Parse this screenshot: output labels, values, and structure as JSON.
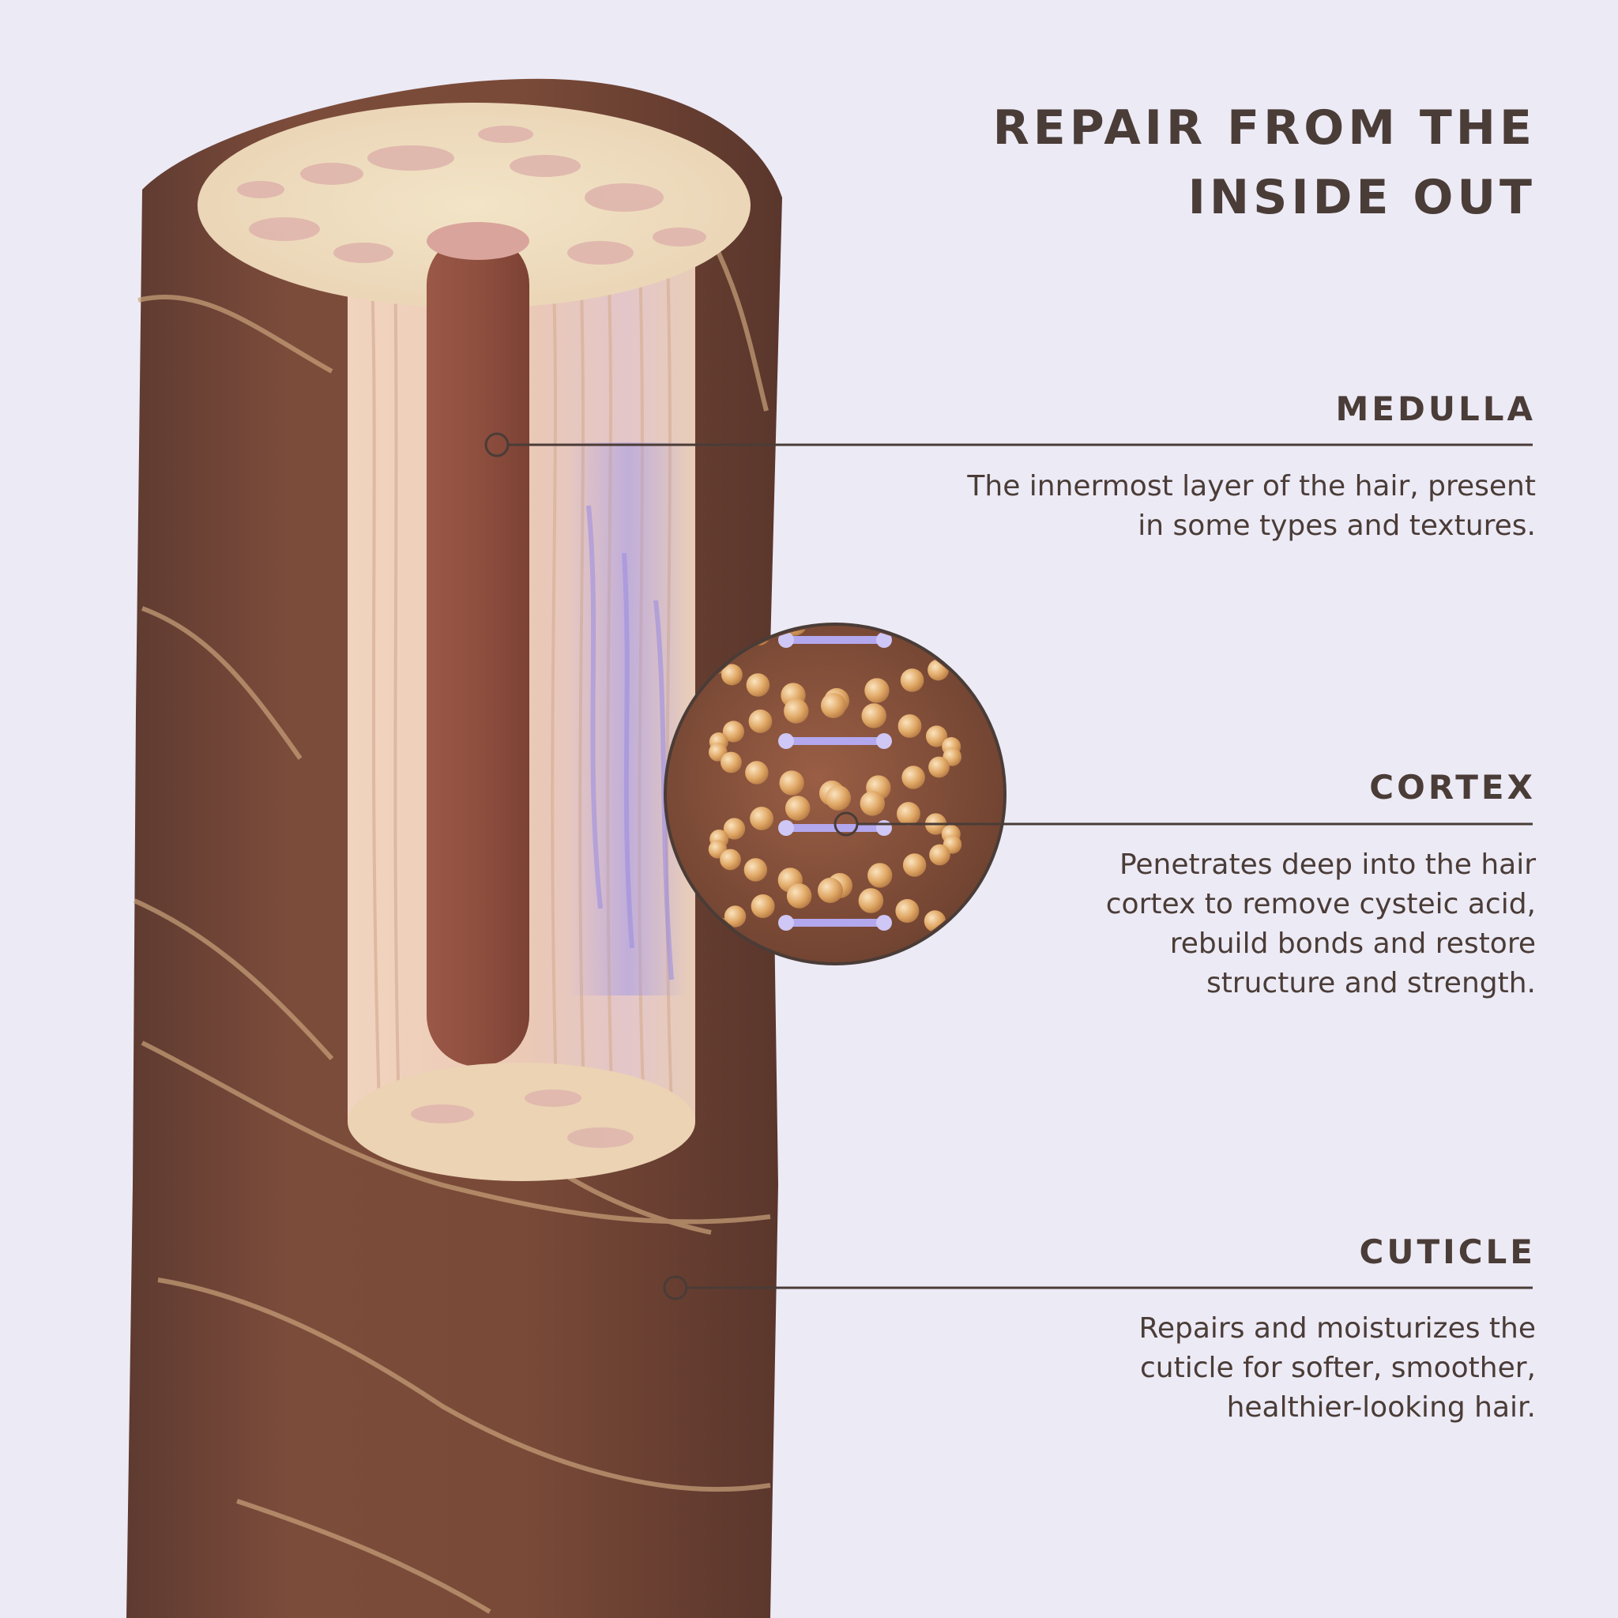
{
  "title": {
    "line1": "REPAIR FROM THE",
    "line2": "INSIDE OUT"
  },
  "layers": {
    "medulla": {
      "title": "MEDULLA",
      "desc": [
        "The innermost layer of the hair, present",
        "in some types and textures."
      ]
    },
    "cortex": {
      "title": "CORTEX",
      "desc": [
        "Penetrates deep into the hair",
        "cortex to remove cysteic acid,",
        "rebuild bonds and restore",
        "structure and strength."
      ]
    },
    "cuticle": {
      "title": "CUTICLE",
      "desc": [
        "Repairs and moisturizes the",
        "cuticle for softer, smoother,",
        "healthier-looking hair."
      ]
    }
  },
  "colors": {
    "background": "#ECEAF5",
    "text": "#4A3C37",
    "hair_shaft": "#7A4A3A",
    "cortex_fibers": "#EBC9B5",
    "medulla_core": "#8F4F3F",
    "bond_highlight": "#A59BE6",
    "amino_beads": "#E2A868"
  }
}
